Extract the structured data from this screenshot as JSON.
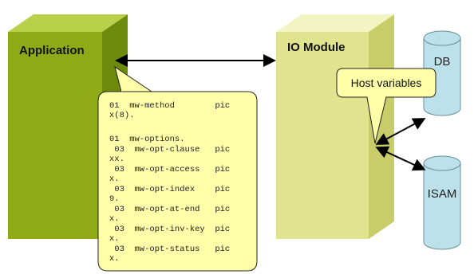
{
  "application": {
    "label": "Application",
    "front_color": "#8FAA16",
    "side_color": "#6E8A0C",
    "top_color": "#B9D04A"
  },
  "io_module": {
    "label": "IO Module",
    "front_color": "#E0E48E",
    "side_color": "#C8CD6A",
    "top_color": "#F2F4C2"
  },
  "db": {
    "label": "DB",
    "color": "#BDE1EA"
  },
  "isam": {
    "label": "ISAM",
    "color": "#BDE1EA"
  },
  "host_variables_callout": {
    "text": "Host variables",
    "color": "#FFFFAA"
  },
  "code_callout": {
    "color": "#FFFFAA",
    "lines": [
      "01  mw-method        pic",
      "x(8).",
      "",
      "01  mw-options.",
      " 03  mw-opt-clause   pic",
      "xx.",
      " 03  mw-opt-access   pic",
      "x.",
      " 03  mw-opt-index    pic",
      "9.",
      " 03  mw-opt-at-end   pic",
      "x.",
      " 03  mw-opt-inv-key  pic",
      "x.",
      " 03  mw-opt-status   pic",
      "x."
    ]
  }
}
